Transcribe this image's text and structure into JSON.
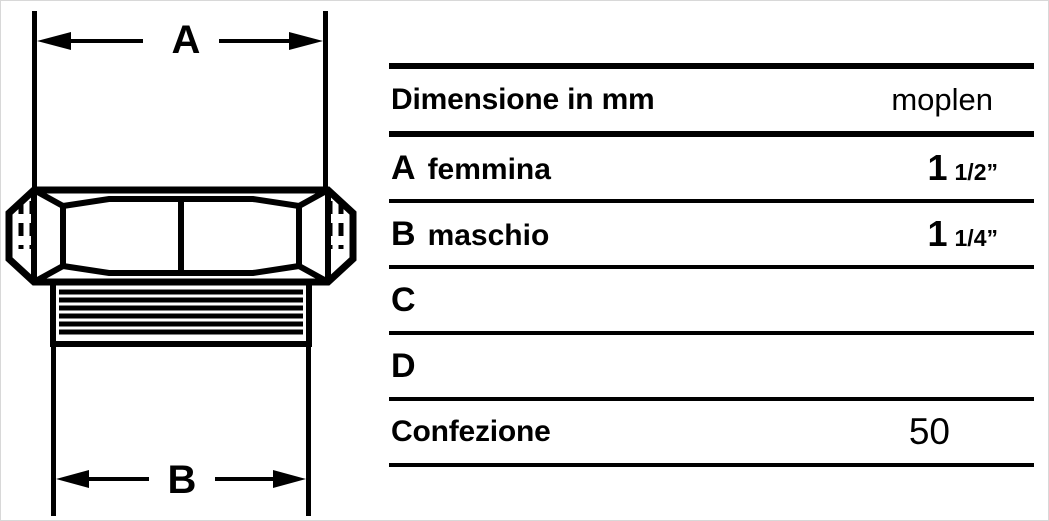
{
  "drawing": {
    "part_description": "hexagonal threaded fitting cross-section",
    "dimension_a_label": "A",
    "dimension_b_label": "B"
  },
  "table": {
    "header": {
      "label": "Dimensione in mm",
      "value": "moplen"
    },
    "rows": [
      {
        "code": "A",
        "label": "femmina",
        "whole": "1",
        "fraction": "1/2”",
        "value": ""
      },
      {
        "code": "B",
        "label": "maschio",
        "whole": "1",
        "fraction": "1/4”",
        "value": ""
      },
      {
        "code": "C",
        "label": "",
        "whole": "",
        "fraction": "",
        "value": ""
      },
      {
        "code": "D",
        "label": "",
        "whole": "",
        "fraction": "",
        "value": ""
      }
    ],
    "footer": {
      "label": "Confezione",
      "value": "50"
    }
  },
  "colors": {
    "ink": "#000000",
    "paper": "#ffffff",
    "border": "#d8d8d8"
  }
}
